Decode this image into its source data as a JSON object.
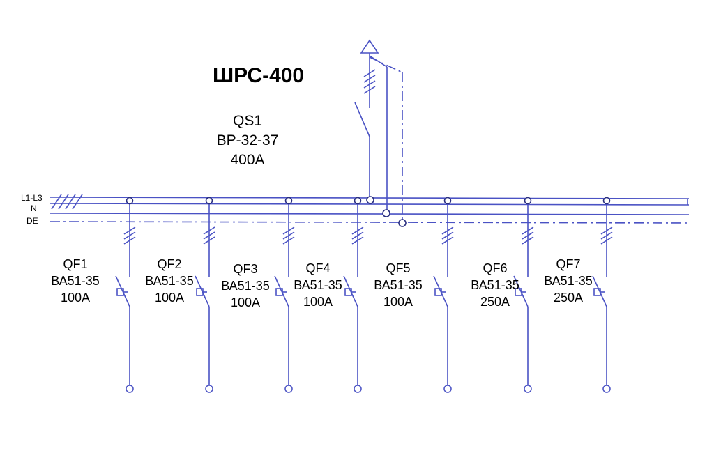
{
  "title": "ШРС-400",
  "colors": {
    "line": "#4a52c4",
    "text": "#000000"
  },
  "bus_labels": {
    "phase": "L1-L3",
    "neutral": "N",
    "earth": "DE"
  },
  "main_switch": {
    "id": "QS1",
    "model": "ВР-32-37",
    "rating": "400А"
  },
  "feeders": [
    {
      "id": "QF1",
      "model": "ВА51-35",
      "rating": "100А"
    },
    {
      "id": "QF2",
      "model": "ВА51-35",
      "rating": "100А"
    },
    {
      "id": "QF3",
      "model": "ВА51-35",
      "rating": "100А"
    },
    {
      "id": "QF4",
      "model": "ВА51-35",
      "rating": "100А"
    },
    {
      "id": "QF5",
      "model": "ВА51-35",
      "rating": "100А"
    },
    {
      "id": "QF6",
      "model": "ВА51-35",
      "rating": "250А"
    },
    {
      "id": "QF7",
      "model": "ВА51-35",
      "rating": "250А"
    }
  ]
}
